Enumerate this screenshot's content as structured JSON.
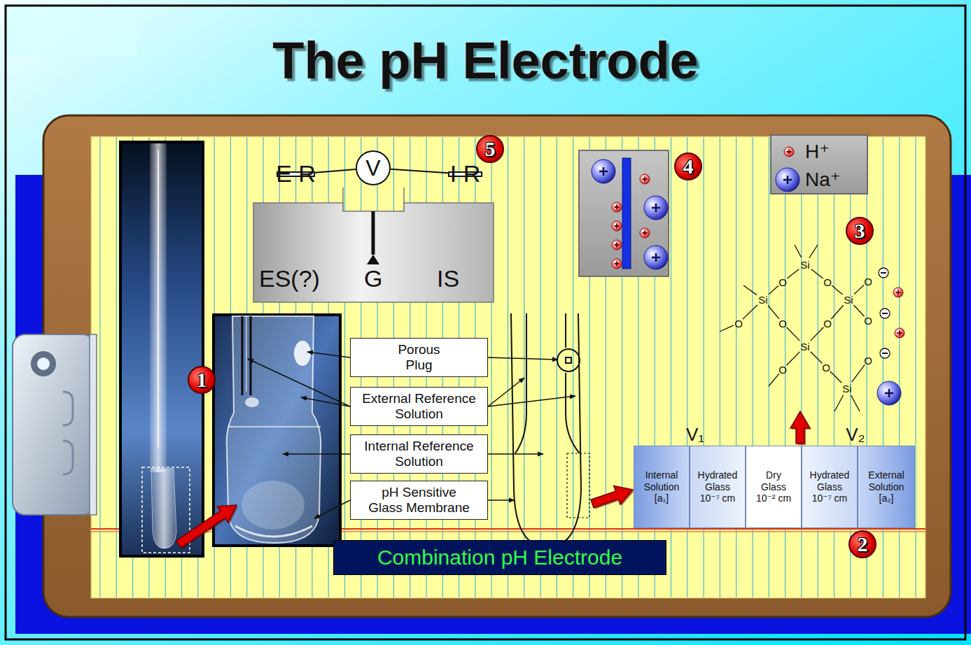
{
  "diagram": {
    "title": "The pH Electrode",
    "nodes": [
      {
        "text": [
          "Porous Plug"
        ]
      },
      {
        "text": [
          "External Reference Solution"
        ]
      },
      {
        "text": [
          "Internal Reference Solution"
        ]
      },
      {
        "text": [
          "pH Sensitive Glass Membrane"
        ]
      },
      {
        "text": [
          "ES(?)",
          "G",
          "IS"
        ]
      },
      {
        "text": [
          "E R"
        ],
        "in": 4
      },
      {
        "text": [
          "V"
        ]
      },
      {
        "text": [
          "I R"
        ],
        "in": 4
      },
      {
        "text": [
          "Internal Solution [a₁]"
        ]
      },
      {
        "text": [
          "Hydrated Glass 10⁻⁷ cm"
        ]
      },
      {
        "text": [
          "Dry Glass 10⁻² cm"
        ]
      },
      {
        "text": [
          "Hydrated Glass 10⁻⁷ cm"
        ]
      },
      {
        "text": [
          "External Solution [a₂]"
        ]
      },
      {
        "text": [
          "Combination pH Electrode"
        ]
      }
    ],
    "edges": [
      {
        "from": 5,
        "to": 6,
        "arrow": "none"
      },
      {
        "from": 6,
        "to": 7,
        "arrow": "none"
      }
    ],
    "labels": [
      "1",
      "2",
      "3",
      "4",
      "5",
      "V₁",
      "V₂",
      "Si",
      "Si",
      "Si",
      "Si",
      "Si",
      "O",
      "O",
      "O",
      "O",
      "O",
      "O",
      "O",
      "O",
      "O",
      "O"
    ],
    "legend": [
      {
        "text": "H⁺"
      },
      {
        "text": "Na⁺"
      }
    ]
  }
}
